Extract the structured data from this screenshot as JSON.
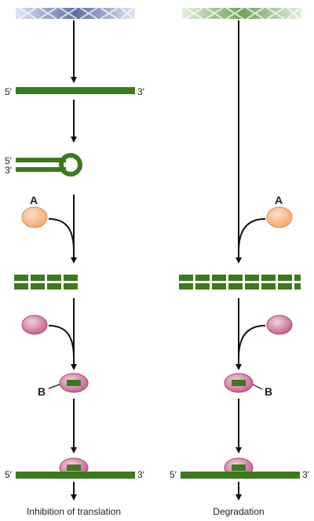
{
  "colors": {
    "rna_green": "#3c7a1e",
    "dna_blue": "#5b6fa3",
    "dna_green": "#6fa35a",
    "protein_orange": "#f2a766",
    "protein_pink": "#c45a8a",
    "arrow": "#111111"
  },
  "left": {
    "five_prime_a": "5′",
    "three_prime_a": "3′",
    "hairpin_five": "5′",
    "hairpin_three": "3′",
    "label_a": "A",
    "label_b": "B",
    "five_prime_b": "5′",
    "three_prime_b": "3′",
    "outcome": "Inhibition of translation"
  },
  "right": {
    "label_a": "A",
    "label_b": "B",
    "five_prime": "5′",
    "three_prime": "3′",
    "outcome": "Degradation"
  }
}
